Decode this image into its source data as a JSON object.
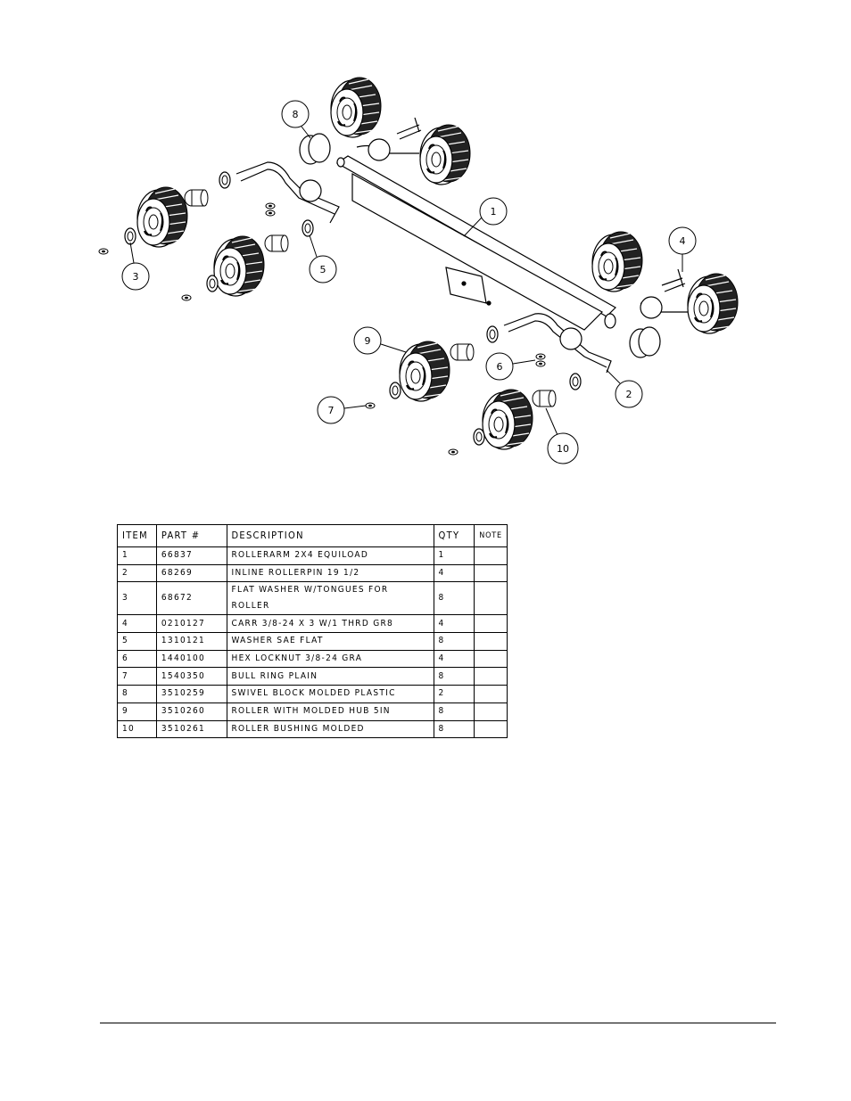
{
  "diagram": {
    "callouts": [
      "1",
      "2",
      "3",
      "4",
      "5",
      "6",
      "7",
      "8",
      "9",
      "10"
    ]
  },
  "table": {
    "headers": [
      "ITEM",
      "PART #",
      "DESCRIPTION",
      "QTY",
      "NOTE"
    ],
    "rows": [
      {
        "item": "1",
        "part": "66837",
        "description": "ROLLERARM  2X4 EQUILOAD",
        "qty": "1",
        "note": ""
      },
      {
        "item": "2",
        "part": "68269",
        "description": "INLINE ROLLERPIN 19 1/2",
        "qty": "4",
        "note": ""
      },
      {
        "item": "3",
        "part": "68672",
        "description": "FLAT WASHER W/TONGUES FOR ROLLER",
        "qty": "8",
        "note": ""
      },
      {
        "item": "4",
        "part": "0210127",
        "description": "CARR 3/8-24 X 3 W/1 THRD GR8",
        "qty": "4",
        "note": ""
      },
      {
        "item": "5",
        "part": "1310121",
        "description": "WASHER SAE FLAT",
        "qty": "8",
        "note": ""
      },
      {
        "item": "6",
        "part": "1440100",
        "description": "HEX LOCKNUT 3/8-24 GRA",
        "qty": "4",
        "note": ""
      },
      {
        "item": "7",
        "part": "1540350",
        "description": "BULL RING PLAIN",
        "qty": "8",
        "note": ""
      },
      {
        "item": "8",
        "part": "3510259",
        "description": "SWIVEL BLOCK MOLDED PLASTIC",
        "qty": "2",
        "note": ""
      },
      {
        "item": "9",
        "part": "3510260",
        "description": "ROLLER WITH MOLDED HUB  5IN",
        "qty": "8",
        "note": ""
      },
      {
        "item": "10",
        "part": "3510261",
        "description": "ROLLER BUSHING MOLDED",
        "qty": "8",
        "note": ""
      }
    ]
  }
}
